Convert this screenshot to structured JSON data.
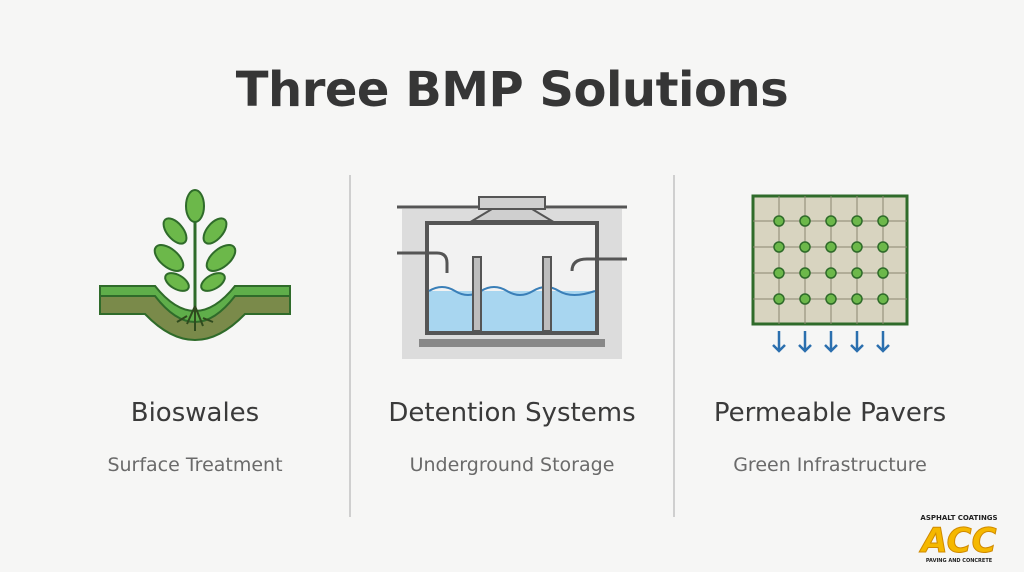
{
  "title": "Three BMP Solutions",
  "solutions": [
    {
      "name": "Bioswales",
      "subtitle": "Surface Treatment",
      "icon": "plant-swale-icon"
    },
    {
      "name": "Detention Systems",
      "subtitle": "Underground Storage",
      "icon": "detention-tank-icon"
    },
    {
      "name": "Permeable Pavers",
      "subtitle": "Green Infrastructure",
      "icon": "permeable-pavers-icon"
    }
  ],
  "logo": {
    "top_text": "ASPHALT COATINGS",
    "mark": "ACC",
    "bottom_text": "PAVING AND CONCRETE"
  },
  "colors": {
    "green": "#4f9a3c",
    "soil": "#6f7a46",
    "water": "#9fd0ee",
    "arrow_blue": "#2b6fae",
    "logo_yellow": "#f5b800"
  }
}
